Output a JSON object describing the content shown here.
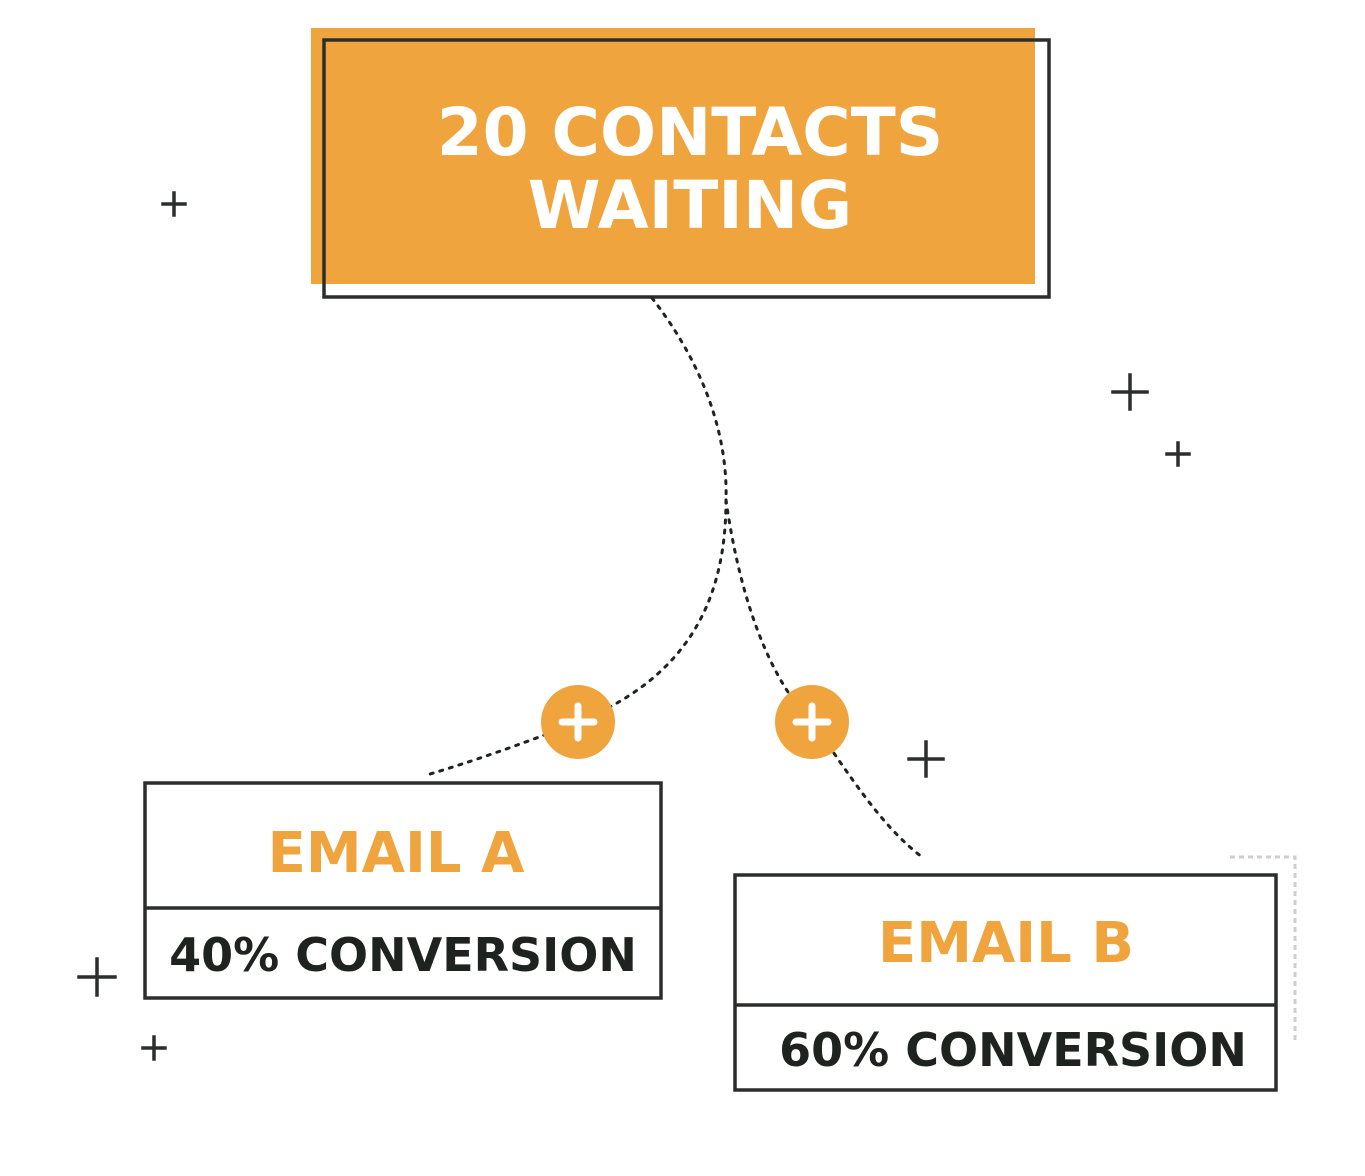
{
  "header": {
    "line1": "20 CONTACTS",
    "line2": "WAITING"
  },
  "email_a": {
    "title": "EMAIL A",
    "conversion": "40% CONVERSION"
  },
  "email_b": {
    "title": "EMAIL B",
    "conversion": "60% CONVERSION"
  },
  "icons": {
    "branch_node": "plus-circle-icon",
    "decoration": "plus-sign-icon"
  },
  "colors": {
    "accent": "#f0a43e",
    "outline": "#2b2e2c",
    "text_dark": "#1e2320",
    "dashed_corner": "#cfcfcf"
  }
}
